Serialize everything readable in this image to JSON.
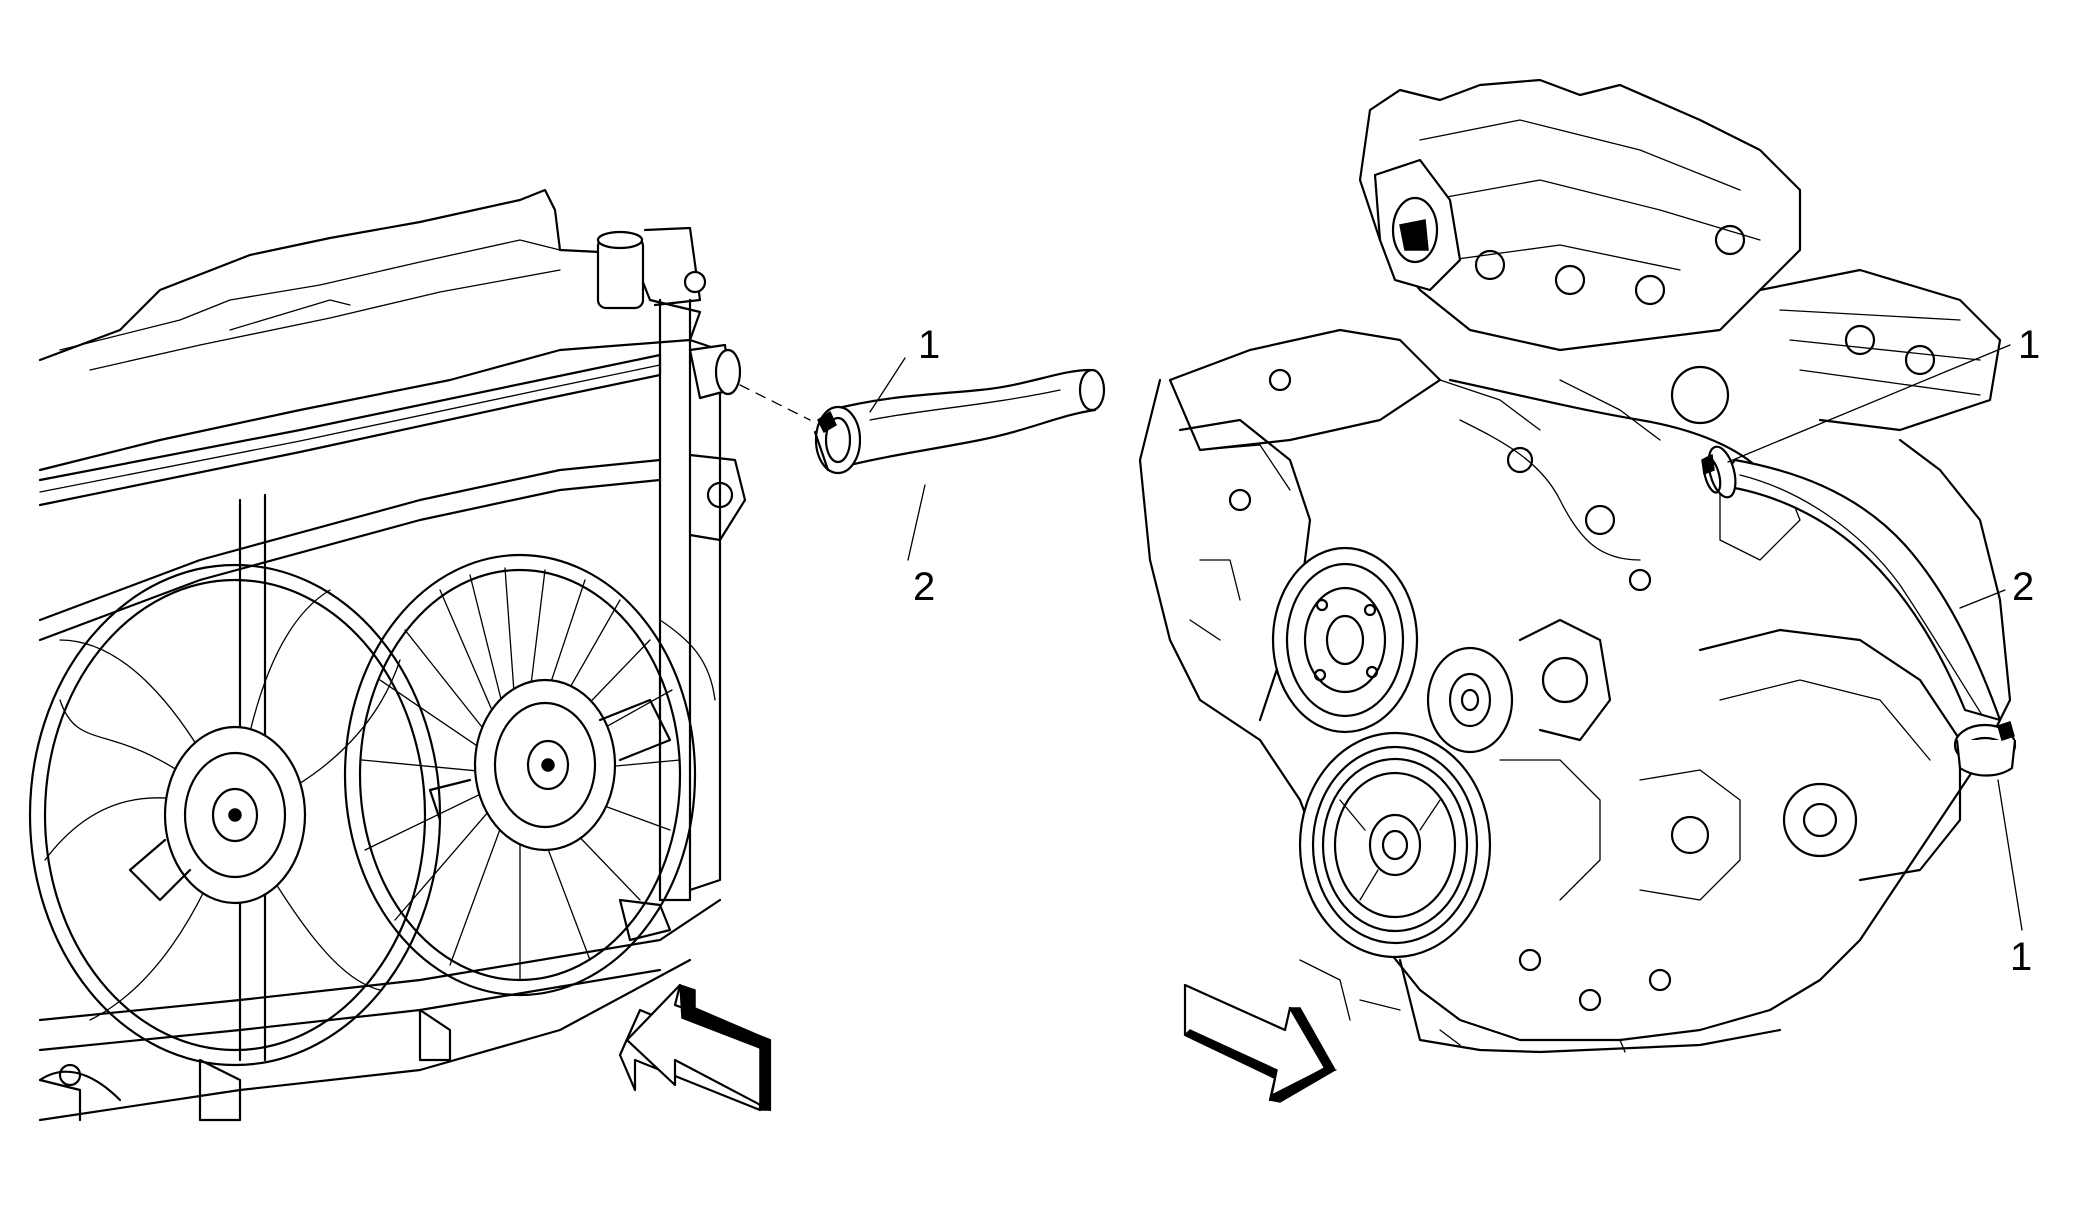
{
  "callouts": {
    "left_clamp": "1",
    "left_hose": "2",
    "right_top_clamp": "1",
    "right_hose": "2",
    "right_bottom_clamp": "1"
  },
  "colors": {
    "ink": "#000000",
    "background": "#ffffff"
  }
}
